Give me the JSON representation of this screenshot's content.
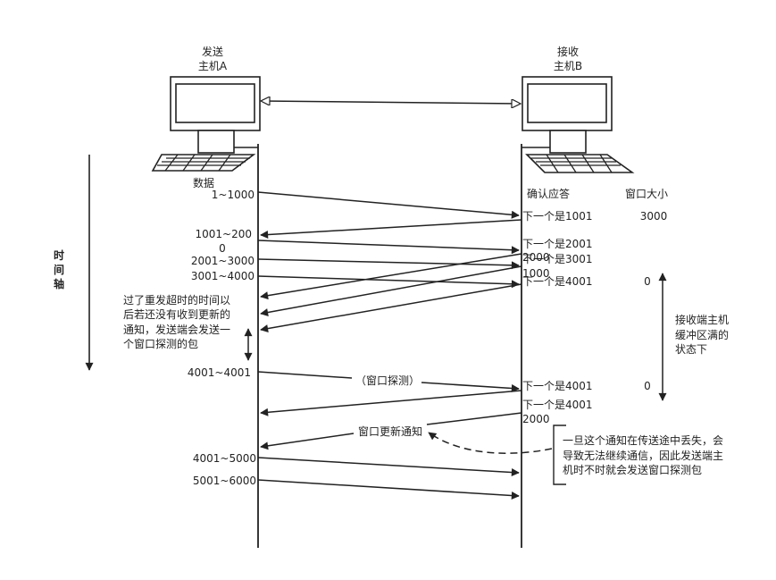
{
  "hosts": {
    "a": {
      "line1": "发送",
      "line2": "主机A"
    },
    "b": {
      "line1": "接收",
      "line2": "主机B"
    }
  },
  "time_axis": {
    "chars": [
      "时",
      "间",
      "轴"
    ]
  },
  "column_headers": {
    "data": "数据",
    "ack": "确认应答",
    "window": "窗口大小"
  },
  "sender_labels": {
    "s1": "1~1000",
    "s2a": "1001~200",
    "s2b": "0",
    "s3": "2001~3000",
    "s4": "3001~4000",
    "s5": "4001~4001",
    "s6": "4001~5000",
    "s7": "5001~6000"
  },
  "ack_labels": {
    "a1": "下一个是1001",
    "a2": "下一个是2001",
    "a3a": "下一个是3001",
    "a3b": "2000",
    "a3c": "1000",
    "a4": "下一个是4001",
    "a5": "下一个是4001",
    "a6a": "下一个是4001",
    "a6b": "2000"
  },
  "window_values": {
    "w1": "3000",
    "w2": "0",
    "w3": "0"
  },
  "notes": {
    "timeout": [
      "过了重发超时的时间以",
      "后若还没有收到更新的",
      "通知，发送端会发送一",
      "个窗口探测的包"
    ],
    "buffer": [
      "接收端主机",
      "缓冲区满的",
      "状态下"
    ],
    "probe": "（窗口探测）",
    "update": "窗口更新通知",
    "lost": [
      "一旦这个通知在传送途中丢失，会",
      "导致无法继续通信，因此发送端主",
      "机时不时就会发送窗口探测包"
    ]
  }
}
